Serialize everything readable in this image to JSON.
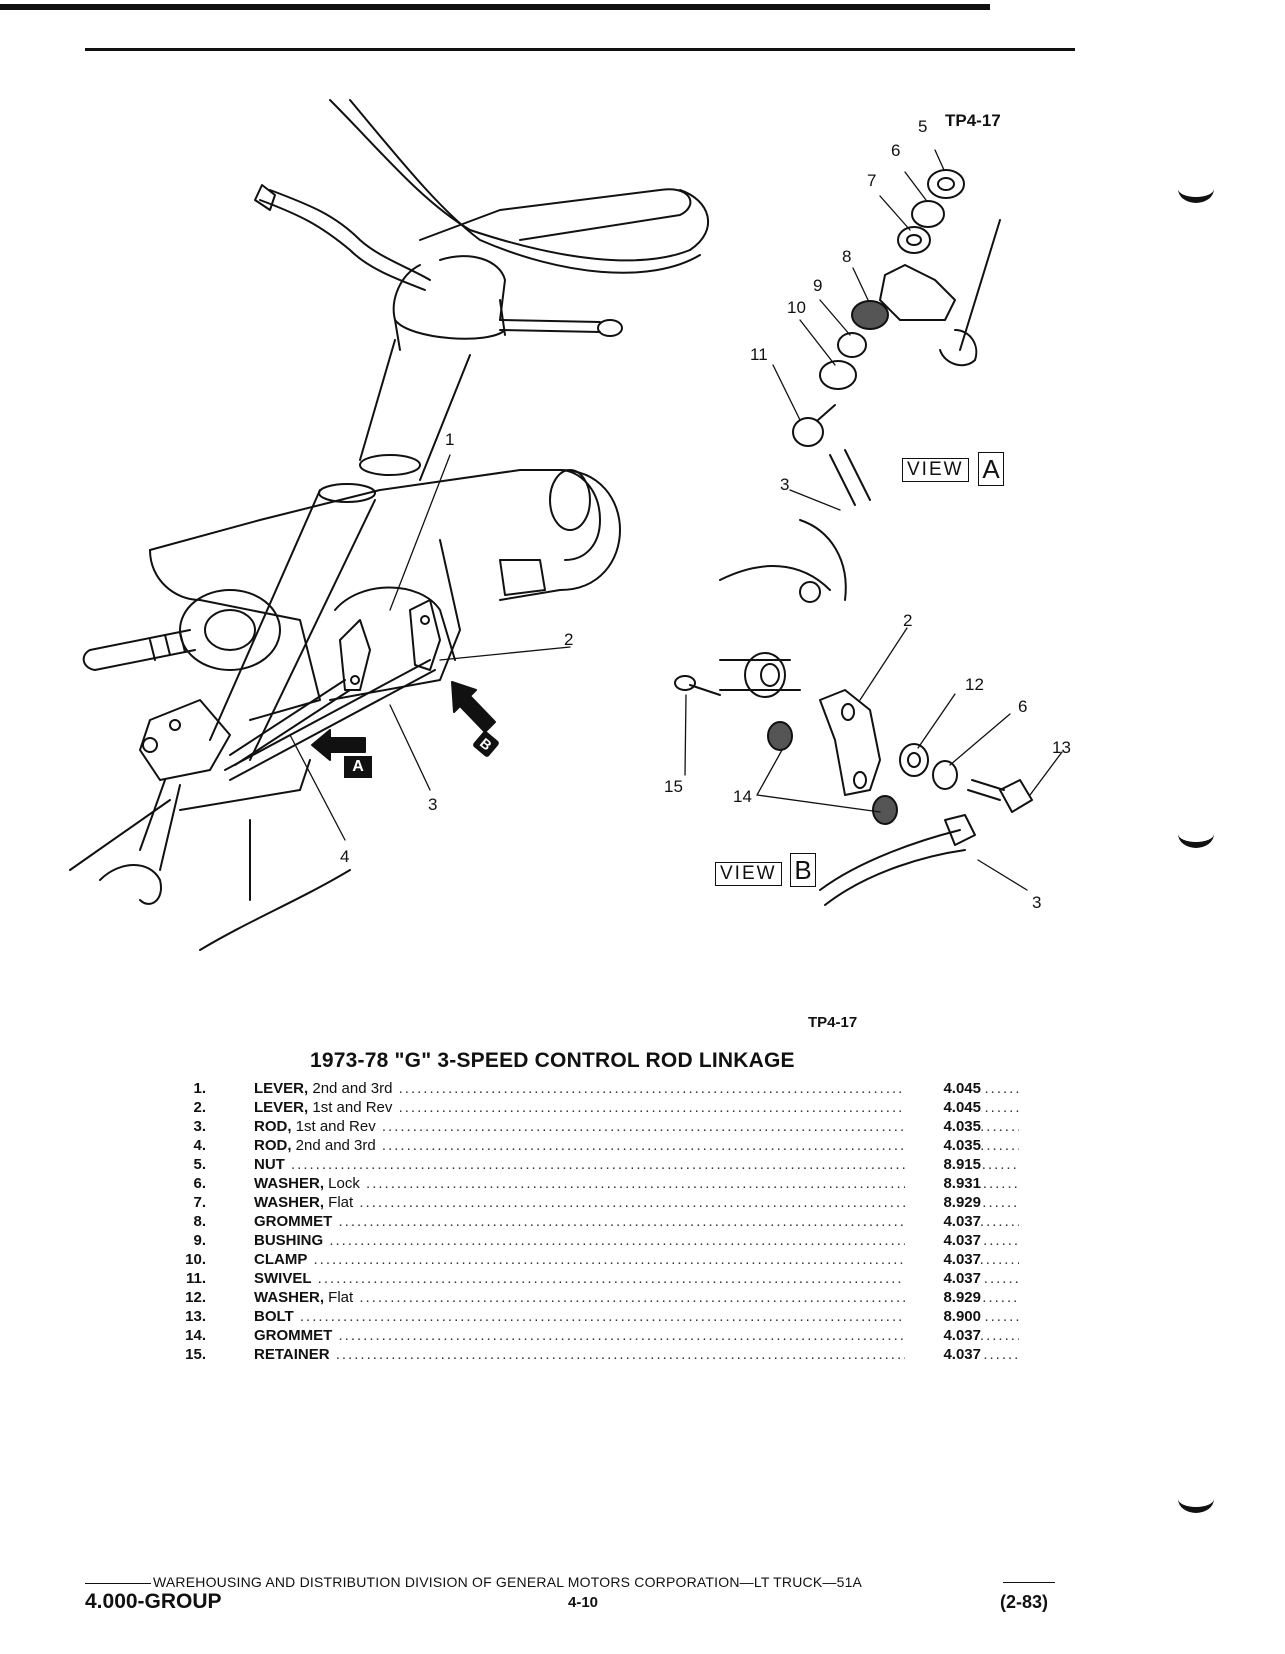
{
  "figure": {
    "top_label": "TP4-17",
    "bottom_label": "TP4-17",
    "view_a": {
      "word": "VIEW",
      "letter": "A"
    },
    "view_b": {
      "word": "VIEW",
      "letter": "B"
    },
    "arrow_a": "A",
    "arrow_b": "B",
    "callouts_main": [
      "1",
      "2",
      "3",
      "4"
    ],
    "callouts_view_a": [
      "5",
      "6",
      "7",
      "8",
      "9",
      "10",
      "11",
      "3"
    ],
    "callouts_view_b": [
      "2",
      "12",
      "6",
      "13",
      "15",
      "14",
      "3"
    ]
  },
  "title": "1973-78 \"G\" 3-SPEED CONTROL ROD LINKAGE",
  "parts": [
    {
      "num": "1.",
      "name": "LEVER,",
      "detail": " 2nd and 3rd",
      "code": "4.045"
    },
    {
      "num": "2.",
      "name": "LEVER,",
      "detail": " 1st and Rev",
      "code": "4.045"
    },
    {
      "num": "3.",
      "name": "ROD,",
      "detail": " 1st and Rev",
      "code": "4.035"
    },
    {
      "num": "4.",
      "name": "ROD,",
      "detail": " 2nd and 3rd",
      "code": "4.035"
    },
    {
      "num": "5.",
      "name": "NUT",
      "detail": "",
      "code": "8.915"
    },
    {
      "num": "6.",
      "name": "WASHER,",
      "detail": " Lock",
      "code": "8.931"
    },
    {
      "num": "7.",
      "name": "WASHER,",
      "detail": " Flat",
      "code": "8.929"
    },
    {
      "num": "8.",
      "name": "GROMMET",
      "detail": "",
      "code": "4.037"
    },
    {
      "num": "9.",
      "name": "BUSHING",
      "detail": "",
      "code": "4.037"
    },
    {
      "num": "10.",
      "name": "CLAMP",
      "detail": "",
      "code": "4.037"
    },
    {
      "num": "11.",
      "name": "SWIVEL",
      "detail": "",
      "code": "4.037"
    },
    {
      "num": "12.",
      "name": "WASHER,",
      "detail": " Flat",
      "code": "8.929"
    },
    {
      "num": "13.",
      "name": "BOLT",
      "detail": "",
      "code": "8.900"
    },
    {
      "num": "14.",
      "name": "GROMMET",
      "detail": "",
      "code": "4.037"
    },
    {
      "num": "15.",
      "name": "RETAINER",
      "detail": "",
      "code": "4.037"
    }
  ],
  "footer": {
    "line": "WAREHOUSING AND DISTRIBUTION  DIVISION OF GENERAL MOTORS CORPORATION—LT TRUCK—51A",
    "group": "4.000-GROUP",
    "page": "4-10",
    "date": "(2-83)"
  }
}
